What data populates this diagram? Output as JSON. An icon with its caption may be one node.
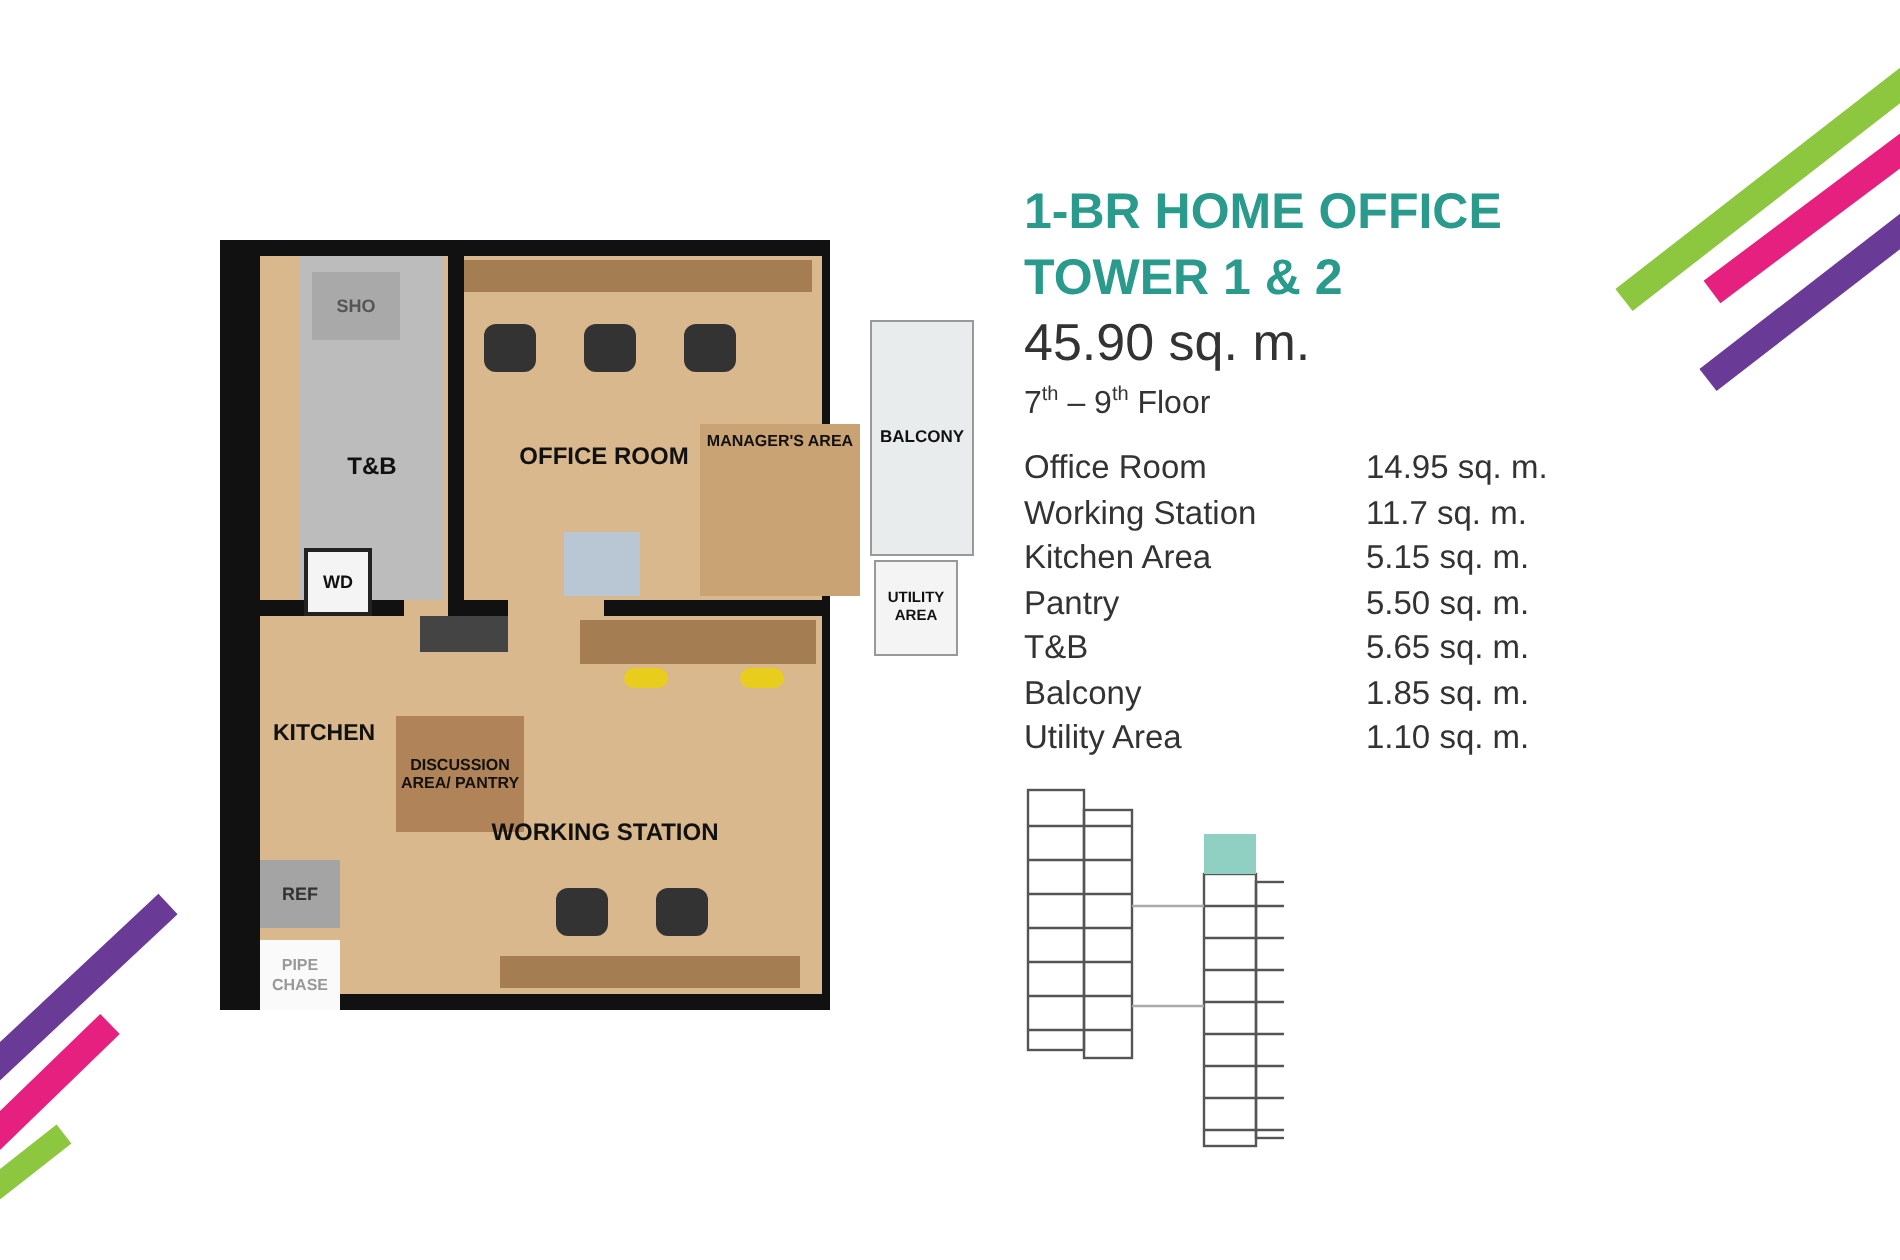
{
  "diagram": {
    "title": "1-BR HOME OFFICE TOWER 1 & 2",
    "nodes": [
      {
        "text": [
          "T&B"
        ]
      },
      {
        "text": [
          "SHO"
        ],
        "in": 0
      },
      {
        "text": [
          "WD"
        ]
      },
      {
        "text": [
          "OFFICE ROOM"
        ]
      },
      {
        "text": [
          "MANAGER'S AREA"
        ],
        "in": 3
      },
      {
        "text": [
          "BALCONY"
        ]
      },
      {
        "text": [
          "UTILITY AREA"
        ]
      },
      {
        "text": [
          "KITCHEN"
        ]
      },
      {
        "text": [
          "WORKING STATION"
        ]
      },
      {
        "text": [
          "DISCUSSION AREA/ PANTRY"
        ],
        "in": 8
      },
      {
        "text": [
          "REF"
        ]
      },
      {
        "text": [
          "PIPE CHASE"
        ]
      }
    ],
    "labels": [
      "45.90 sq. m.",
      "7$^{th}$ – 9$^{th}$ Floor",
      "Office Room",
      "14.95 sq. m.",
      "Working Station",
      "11.7 sq. m.",
      "Kitchen Area",
      "5.15 sq. m.",
      "Pantry",
      "5.50 sq. m.",
      "T&B",
      "5.65 sq. m.",
      "Balcony",
      "1.85 sq. m.",
      "Utility Area",
      "1.10 sq. m."
    ]
  }
}
